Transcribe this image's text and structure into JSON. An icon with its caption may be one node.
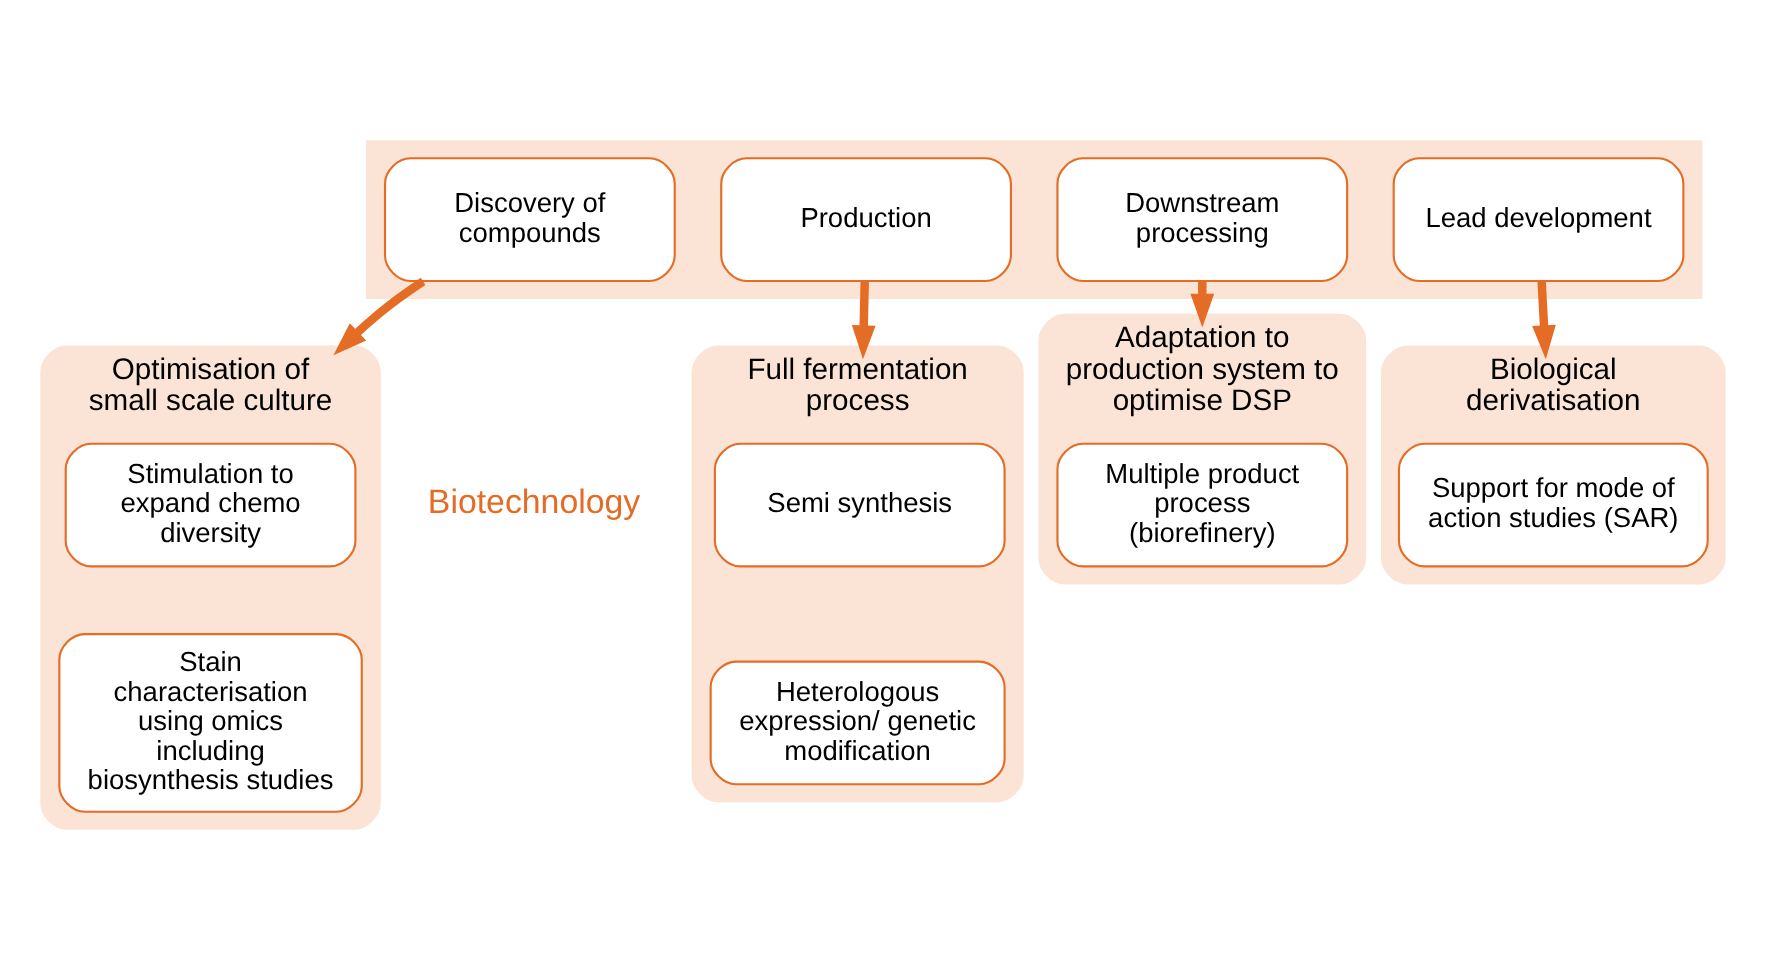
{
  "diagram": {
    "nodes": [
      {
        "text": [],
        "shape": "arrow"
      },
      {
        "text": [
          "Discovery of compounds"
        ],
        "in": 0
      },
      {
        "text": [
          "Production"
        ],
        "in": 0
      },
      {
        "text": [
          "Downstream processing"
        ],
        "in": 0
      },
      {
        "text": [
          "Lead development"
        ],
        "in": 0
      },
      {
        "text": [
          "Optimisation of small scale culture"
        ]
      },
      {
        "text": [
          "Stimulation to expand chemo diversity"
        ],
        "in": 5
      },
      {
        "text": [
          "Stain characterisation using omics including biosynthesis studies"
        ],
        "in": 5
      },
      {
        "text": [
          "Full fermentation process"
        ]
      },
      {
        "text": [
          "Semi synthesis"
        ],
        "in": 8
      },
      {
        "text": [
          "Heterologous expression/ genetic modification"
        ],
        "in": 8
      },
      {
        "text": [
          "Adaptation to production system to optimise DSP"
        ]
      },
      {
        "text": [
          "Multiple product process (biorefinery)"
        ],
        "in": 11
      },
      {
        "text": [
          "Biological derivatisation"
        ]
      },
      {
        "text": [
          "Support for mode of action studies (SAR)"
        ],
        "in": 13
      }
    ],
    "edges": [
      {
        "from": 1,
        "to": 5,
        "arrow": "to"
      },
      {
        "from": 2,
        "to": 8,
        "arrow": "to"
      },
      {
        "from": 3,
        "to": 11,
        "arrow": "to"
      },
      {
        "from": 4,
        "to": 13,
        "arrow": "to"
      }
    ],
    "labels": [
      "Biotechnology"
    ]
  }
}
